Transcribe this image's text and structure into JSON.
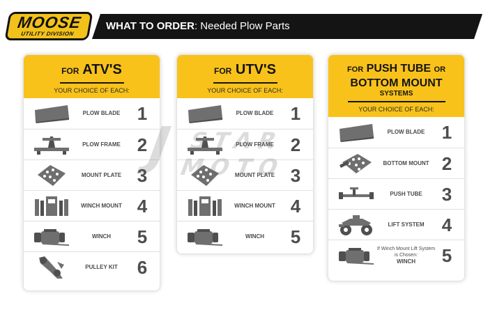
{
  "header": {
    "logo_main": "MOOSE",
    "logo_sub": "UTILITY DIVISION",
    "banner_bold": "WHAT TO ORDER",
    "banner_rest": ": Needed Plow Parts"
  },
  "colors": {
    "accent": "#f9c21a",
    "dark": "#141414",
    "icon": "#6f6f6f",
    "number": "#4d4d4d"
  },
  "panels": {
    "atv": {
      "title_small": "FOR",
      "title_large": "ATV'S",
      "choice": "YOUR CHOICE OF EACH:",
      "rows": [
        {
          "icon": "plow-blade-icon",
          "label": "PLOW BLADE",
          "num": "1"
        },
        {
          "icon": "plow-frame-icon",
          "label": "PLOW FRAME",
          "num": "2"
        },
        {
          "icon": "mount-plate-icon",
          "label": "MOUNT PLATE",
          "num": "3"
        },
        {
          "icon": "winch-mount-icon",
          "label": "WINCH MOUNT",
          "num": "4"
        },
        {
          "icon": "winch-icon",
          "label": "WINCH",
          "num": "5"
        },
        {
          "icon": "pulley-kit-icon",
          "label": "PULLEY KIT",
          "num": "6"
        }
      ]
    },
    "utv": {
      "title_small": "FOR",
      "title_large": "UTV'S",
      "choice": "YOUR CHOICE OF EACH:",
      "rows": [
        {
          "icon": "plow-blade-icon",
          "label": "PLOW BLADE",
          "num": "1"
        },
        {
          "icon": "plow-frame-icon",
          "label": "PLOW FRAME",
          "num": "2"
        },
        {
          "icon": "mount-plate-icon",
          "label": "MOUNT PLATE",
          "num": "3"
        },
        {
          "icon": "winch-mount-icon",
          "label": "WINCH MOUNT",
          "num": "4"
        },
        {
          "icon": "winch-icon",
          "label": "WINCH",
          "num": "5"
        }
      ]
    },
    "push": {
      "title_small_1": "FOR",
      "title_large_1": "PUSH TUBE",
      "title_small_2": "OR",
      "title_large_2": "BOTTOM MOUNT",
      "title_sub": "SYSTEMS",
      "choice": "YOUR CHOICE OF EACH:",
      "rows": [
        {
          "icon": "plow-blade-icon",
          "label": "PLOW BLADE",
          "num": "1"
        },
        {
          "icon": "bottom-mount-icon",
          "label": "BOTTOM MOUNT",
          "num": "2"
        },
        {
          "icon": "push-tube-icon",
          "label": "PUSH TUBE",
          "num": "3"
        },
        {
          "icon": "lift-system-icon",
          "label": "LIFT SYSTEM",
          "num": "4"
        },
        {
          "icon": "winch-icon",
          "note": "If Winch Mount Lift System is Chosen:",
          "label": "WINCH",
          "num": "5"
        }
      ]
    }
  },
  "watermark": {
    "line1": "J",
    "line2": "STAR",
    "line3": "MOTO"
  }
}
